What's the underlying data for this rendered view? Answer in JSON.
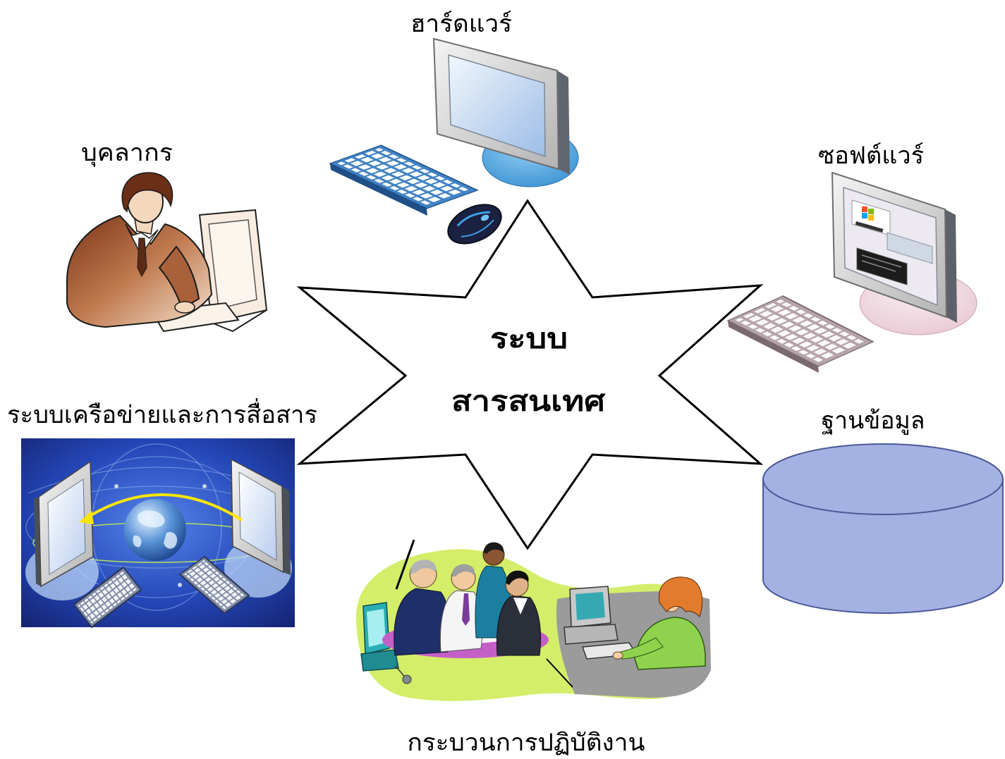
{
  "center": {
    "line1": "ระบบ",
    "line2": "สารสนเทศ"
  },
  "components": {
    "hardware": {
      "label": "ฮาร์ดแวร์",
      "icon": "computer-monitor-keyboard-mouse"
    },
    "personnel": {
      "label": "บุคลากร",
      "icon": "person-at-computer"
    },
    "software": {
      "label": "ซอฟต์แวร์",
      "icon": "monitor-with-software-windows"
    },
    "network": {
      "label": "ระบบเครือข่ายและการสื่อสาร",
      "icon": "networked-computers-globe"
    },
    "database": {
      "label": "ฐานข้อมูล",
      "icon": "database-cylinder"
    },
    "procedure": {
      "label": "กระบวนการปฏิบัติงาน",
      "icon": "people-working-meeting"
    }
  },
  "colors": {
    "star_fill": "#ffffff",
    "star_stroke": "#000000",
    "database_fill": "#a4b1e3",
    "database_stroke": "#4a5a98",
    "network_background": "#2447b8",
    "process_blob": "#d4ee6a",
    "hardware_base": "#3e95d5",
    "software_base": "#e9c9d4"
  }
}
